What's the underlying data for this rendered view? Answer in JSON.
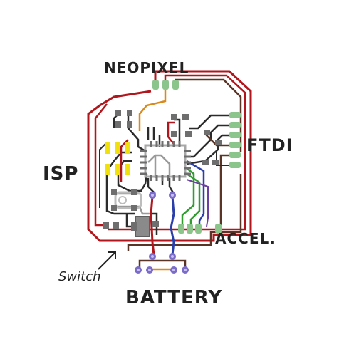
{
  "labels": {
    "neopixel": "NEOPIXEL",
    "ftdi": "FTDI",
    "isp": "ISP",
    "accel": "ACCEL.",
    "switch": "Switch",
    "battery": "BATTERY"
  },
  "colors": {
    "background": "#ffffff",
    "trace_red": "#b0161c",
    "trace_brown": "#5a3527",
    "trace_dark": "#2b2b2b",
    "trace_orange": "#d98a1e",
    "trace_green": "#2f9e2f",
    "trace_blue": "#2a3fa8",
    "trace_purple": "#6c3fa0",
    "trace_gray": "#9a9a9a",
    "pad_green": "#8bc58b",
    "pad_yellow": "#f0e010",
    "pad_gray": "#6e6e6e",
    "pad_purple": "#7a6cc8",
    "chip_gray": "#a8a8a8"
  }
}
